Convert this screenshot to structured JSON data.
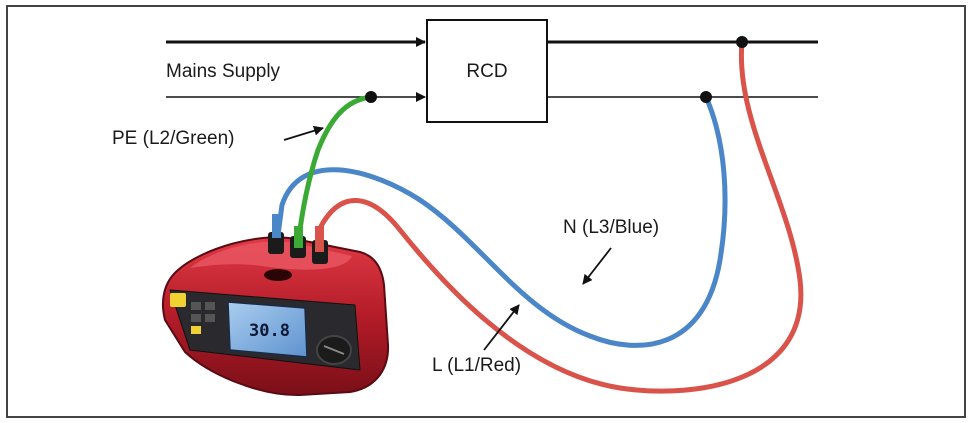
{
  "diagram": {
    "mains_supply_label": "Mains Supply",
    "rcd_label": "RCD",
    "pe_label": "PE (L2/Green)",
    "n_label": "N (L3/Blue)",
    "l_label": "L (L1/Red)",
    "display_reading": "30.8",
    "colors": {
      "pe_wire": "#3aaa35",
      "n_wire": "#4a86c8",
      "l_wire": "#d9534a",
      "tester_body": "#b0202a",
      "display": "#7fb0e0"
    }
  }
}
